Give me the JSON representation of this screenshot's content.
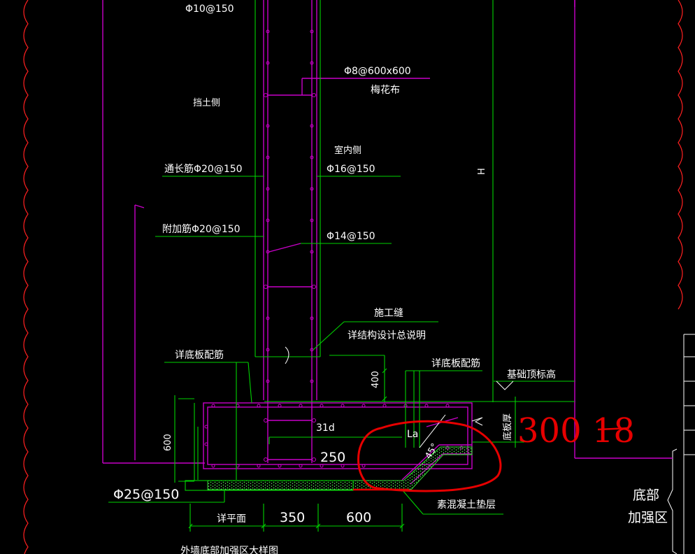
{
  "labels": {
    "rebar_top": "Φ10@150",
    "plum": "Φ8@600x600",
    "plum_note": "梅花布",
    "soil_side": "挡土侧",
    "indoor_side": "室内侧",
    "through_bar": "通长筋Φ20@150",
    "inner_bar": "Φ16@150",
    "extra_bar": "附加筋Φ20@150",
    "inner_bar2": "Φ14@150",
    "joint": "施工缝",
    "joint_note": "详结构设计总说明",
    "bottom_slab_left": "详底板配筋",
    "bottom_slab_right": "详底板配筋",
    "dim_400": "400",
    "base_top_elev": "基础顶标高",
    "bottom_thickness": "底板厚",
    "dim_600_vert": "600",
    "la_31d": "31d",
    "la": "La",
    "dim_250": "250",
    "angle_45": "45°",
    "dim_H": "H",
    "phi25": "Φ25@150",
    "see_plan": "详平面",
    "dim_350": "350",
    "dim_600": "600",
    "concrete_cushion": "素混凝土垫层",
    "bottom_reinforce_1": "底部",
    "bottom_reinforce_2": "加强区",
    "bottom_title": "外墙底部加强区大样图"
  },
  "annotation": {
    "handwritten": "300 18"
  },
  "colors": {
    "background": "#000000",
    "wall_outline": "#c800c8",
    "dimension": "#00d200",
    "text": "#ffffff",
    "annotation": "#e60000",
    "border": "#ff2020"
  }
}
